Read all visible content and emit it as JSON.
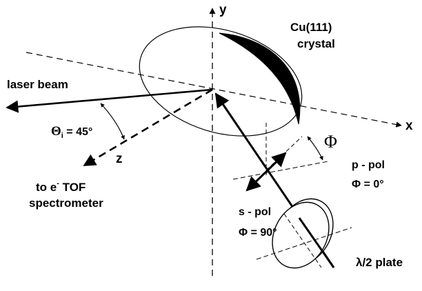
{
  "labels": {
    "y_axis": "y",
    "x_axis": "x",
    "z_axis": "z",
    "crystal_line1": "Cu(111)",
    "crystal_line2": "crystal",
    "laser": "laser beam",
    "theta_symbol": "Θ",
    "theta_subscript": "i",
    "theta_value": " = 45°",
    "tof_prefix": "to e",
    "tof_superscript": "-",
    "tof_suffix": " TOF",
    "tof_line2": "spectrometer",
    "phi_symbol": "Φ",
    "ppol": "p - pol",
    "ppol_phi": "Φ = 0°",
    "spol": "s - pol",
    "spol_phi": "Φ = 90°",
    "waveplate": "λ/2 plate"
  }
}
